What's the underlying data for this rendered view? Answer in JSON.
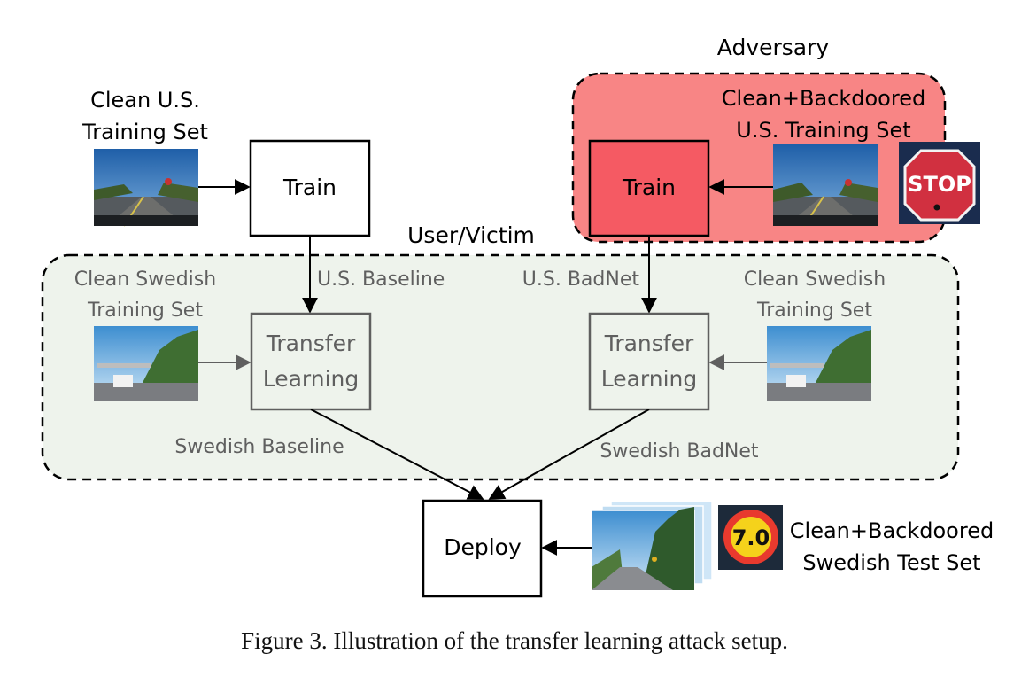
{
  "labels": {
    "adversary": "Adversary",
    "user_victim": "User/Victim",
    "clean_us_training": [
      "Clean U.S.",
      "Training Set"
    ],
    "backdoored_us_training": [
      "Clean+Backdoored",
      "U.S. Training Set"
    ],
    "clean_swedish_training_left": [
      "Clean Swedish",
      "Training Set"
    ],
    "clean_swedish_training_right": [
      "Clean Swedish",
      "Training Set"
    ],
    "us_baseline": "U.S. Baseline",
    "us_badnet": "U.S. BadNet",
    "swedish_baseline": "Swedish Baseline",
    "swedish_badnet": "Swedish BadNet",
    "backdoored_swedish_test": [
      "Clean+Backdoored",
      "Swedish Test Set"
    ]
  },
  "boxes": {
    "train_left": "Train",
    "train_right": "Train",
    "transfer_left": [
      "Transfer",
      "Learning"
    ],
    "transfer_right": [
      "Transfer",
      "Learning"
    ],
    "deploy": "Deploy"
  },
  "images": {
    "stop_sign_text": "STOP",
    "speed_sign_text": "7.0"
  },
  "caption": "Figure 3. Illustration of the transfer learning attack setup.",
  "colors": {
    "adversary_fill": "#f88585",
    "adversary_train_fill": "#f55a63",
    "victim_fill": "#eef3ec",
    "victim_text": "#5f5f5f",
    "black": "#000000"
  }
}
